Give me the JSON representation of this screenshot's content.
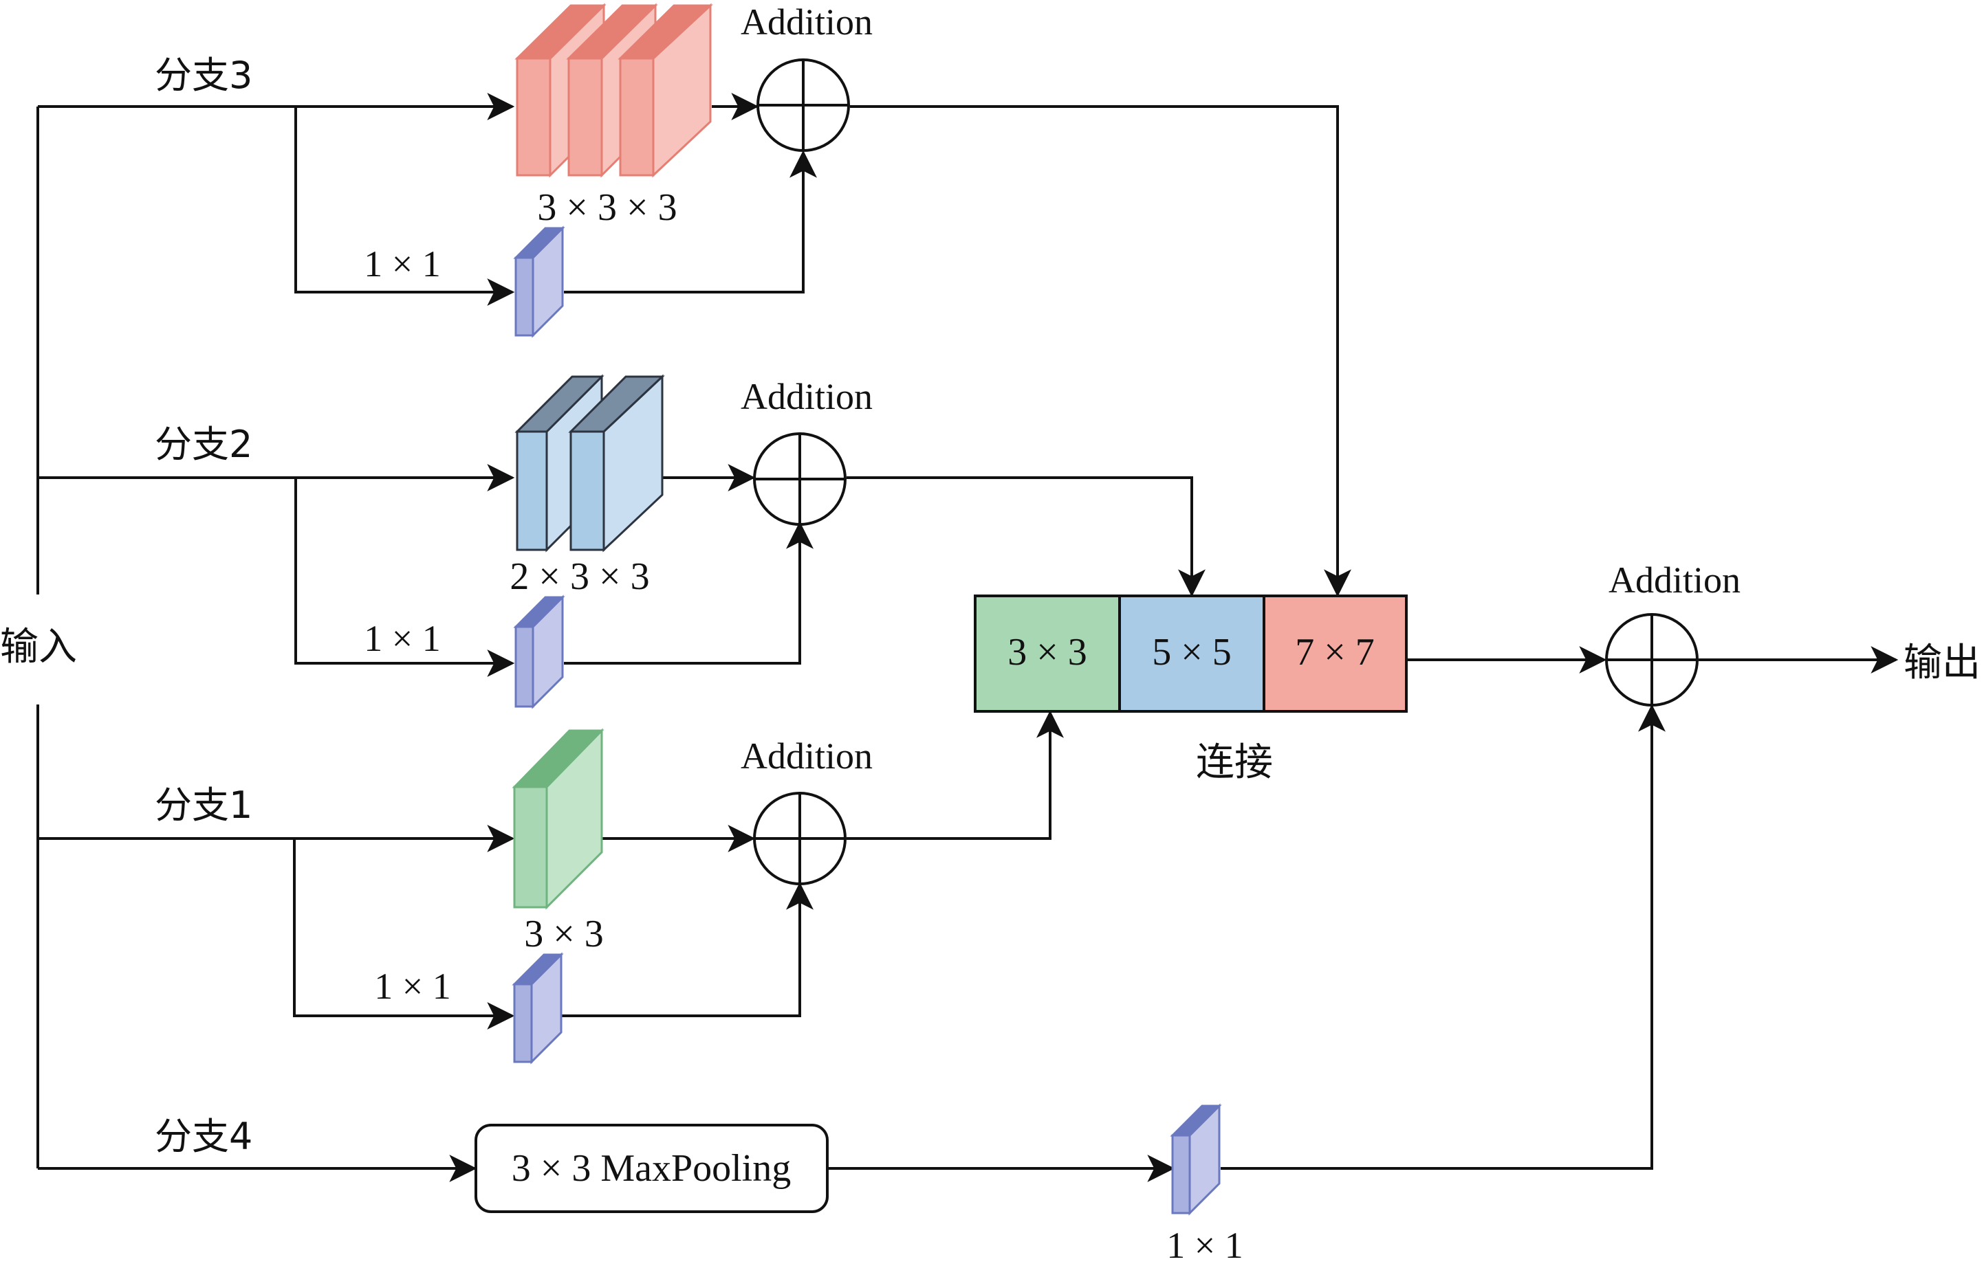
{
  "input_label": "输入",
  "output_label": "输出",
  "branches": {
    "branch3": {
      "label": "分支3",
      "conv_label": "3 × 3 × 3",
      "side_conv_label": "1 × 1",
      "addition_label": "Addition"
    },
    "branch2": {
      "label": "分支2",
      "conv_label": "2 × 3 × 3",
      "side_conv_label": "1 × 1",
      "addition_label": "Addition"
    },
    "branch1": {
      "label": "分支1",
      "conv_label": "3 × 3",
      "side_conv_label": "1 × 1",
      "addition_label": "Addition"
    },
    "branch4": {
      "label": "分支4",
      "pool_label": "3 × 3 MaxPooling",
      "side_conv_label": "1 × 1"
    }
  },
  "concat": {
    "label": "连接",
    "cells": [
      "3 × 3",
      "5 × 5",
      "7 × 7"
    ]
  },
  "final_addition_label": "Addition",
  "colors": {
    "red_face": "#f4a9a0",
    "red_side": "#f7c3bc",
    "red_top": "#e57f74",
    "red_stroke": "#e57f74",
    "blue_face": "#a9cbe6",
    "blue_side": "#c9def0",
    "blue_top": "#7a8ea3",
    "blue_stroke": "#2b3440",
    "green_face": "#a8d8b3",
    "green_side": "#c2e5c9",
    "green_top": "#6fb47f",
    "green_stroke": "#6fb47f",
    "purple_face": "#a9b1e0",
    "purple_side": "#c4c9ec",
    "purple_top": "#6a78c0",
    "purple_stroke": "#6a78c0",
    "concat_green": "#a8d8b3",
    "concat_blue": "#a9cbe6",
    "concat_red": "#f4a9a0"
  }
}
